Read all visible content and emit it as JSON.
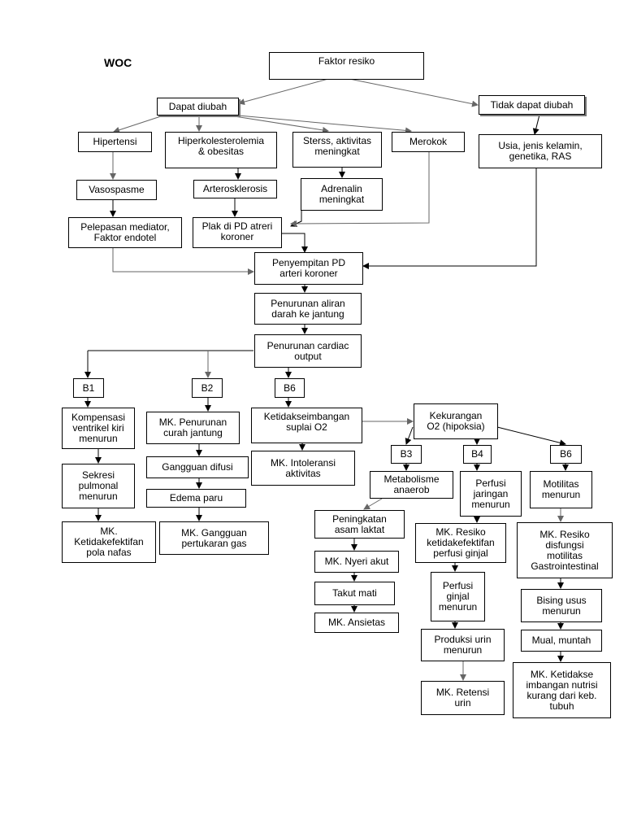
{
  "title": "WOC",
  "nodes": {
    "faktor_resiko": "Faktor resiko",
    "dapat_diubah": "Dapat diubah",
    "tidak_dapat_diubah": "Tidak dapat diubah",
    "hipertensi": "Hipertensi",
    "hiperkolesterolemia": "Hiperkolesterolemia\n& obesitas",
    "stress": "Sterss, aktivitas\nmeningkat",
    "merokok": "Merokok",
    "usia": "Usia, jenis kelamin,\ngenetika, RAS",
    "vasospasme": "Vasospasme",
    "arterosklerosis": "Arterosklerosis",
    "adrenalin": "Adrenalin\nmeningkat",
    "pelepasan_mediator": "Pelepasan mediator,\nFaktor endotel",
    "plak": "Plak di PD atreri\nkoroner",
    "penyempitan": "Penyempitan PD\narteri koroner",
    "penurunan_aliran": "Penurunan aliran\ndarah ke jantung",
    "penurunan_cardiac": "Penurunan cardiac\noutput",
    "b1": "B1",
    "b2": "B2",
    "b6_left": "B6",
    "kompensasi": "Kompensasi\nventrikel kiri\nmenurun",
    "sekresi": "Sekresi\npulmonal\nmenurun",
    "mk_pola_nafas": "MK.\nKetidakefektifan\npola nafas",
    "mk_curah": "MK. Penurunan\ncurah jantung",
    "gangguan_difusi": "Gangguan difusi",
    "edema": "Edema paru",
    "mk_pertukaran": "MK. Gangguan\npertukaran gas",
    "ketidakseimbangan_o2": "Ketidakseimbangan\nsuplai O2",
    "mk_intoleransi": "MK. Intoleransi\naktivitas",
    "kekurangan_o2": "Kekurangan\nO2 (hipoksia)",
    "b3": "B3",
    "b4": "B4",
    "b6_right": "B6",
    "metabolisme": "Metabolisme\nanaerob",
    "perfusi_jaringan": "Perfusi\njaringan\nmenurun",
    "motilitas": "Motilitas\nmenurun",
    "asam_laktat": "Peningkatan\nasam laktat",
    "mk_nyeri": "MK. Nyeri akut",
    "takut_mati": "Takut mati",
    "mk_ansietas": "MK. Ansietas",
    "mk_perfusi_ginjal": "MK. Resiko\nketidakefektifan\nperfusi ginjal",
    "perfusi_ginjal": "Perfusi\nginjal\nmenurun",
    "produksi_urin": "Produksi urin\nmenurun",
    "mk_retensi": "MK. Retensi\nurin",
    "mk_disfungsi": "MK. Resiko\ndisfungsi\nmotilitas\nGastrointestinal",
    "bising_usus": "Bising usus\nmenurun",
    "mual": "Mual, muntah",
    "mk_nutrisi": "MK. Ketidakse\nimbangan nutrisi\nkurang dari keb.\ntubuh"
  }
}
